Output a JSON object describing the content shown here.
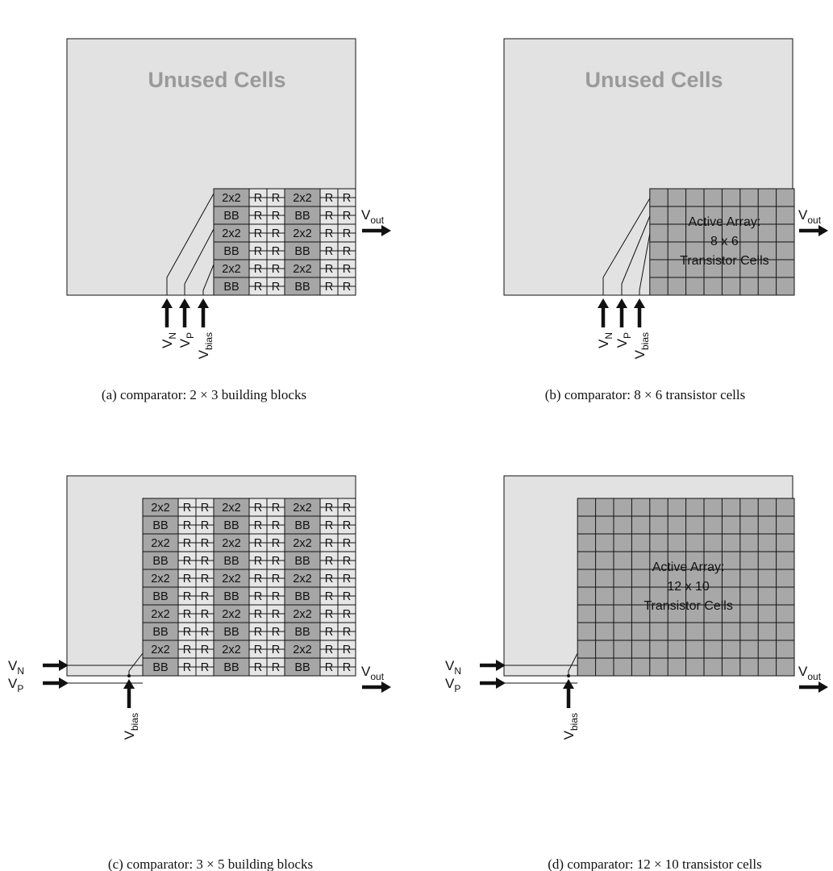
{
  "unused_label": "Unused Cells",
  "bb_label_top": "2x2",
  "bb_label_bottom": "BB",
  "r_label": "R",
  "signals": {
    "v": "V",
    "vn_sub": "N",
    "vp_sub": "P",
    "vbias_sub": "bias",
    "vout_sub": "out"
  },
  "panels": [
    {
      "id": "a",
      "caption": "(a)  comparator:  2 × 3 building blocks",
      "kind": "blocks",
      "block_cols": 2,
      "block_rows": 3,
      "inputs": "bottom"
    },
    {
      "id": "b",
      "caption": "(b)  comparator:  8 × 6 transistor cells",
      "kind": "cells",
      "cell_cols": 8,
      "cell_rows": 6,
      "active_lines": [
        "Active Array:",
        "8 x 6",
        "Transistor Cells"
      ],
      "inputs": "bottom"
    },
    {
      "id": "c",
      "caption": "(c)  comparator:  3 × 5 building blocks",
      "kind": "blocks",
      "block_cols": 3,
      "block_rows": 5,
      "inputs": "left"
    },
    {
      "id": "d",
      "caption": "(d)  comparator:  12 × 10 transistor cells",
      "kind": "cells",
      "cell_cols": 12,
      "cell_rows": 10,
      "active_lines": [
        "Active Array:",
        "12 x 10",
        "Transistor Cells"
      ],
      "inputs": "left"
    }
  ],
  "colors": {
    "unused_fill": "#e2e2e2",
    "unused_text": "#9a9a9a",
    "bb_fill": "#a6a6a6",
    "r_fill": "#e6e6e6",
    "active_fill": "#a8a8a8",
    "line": "#111111"
  }
}
